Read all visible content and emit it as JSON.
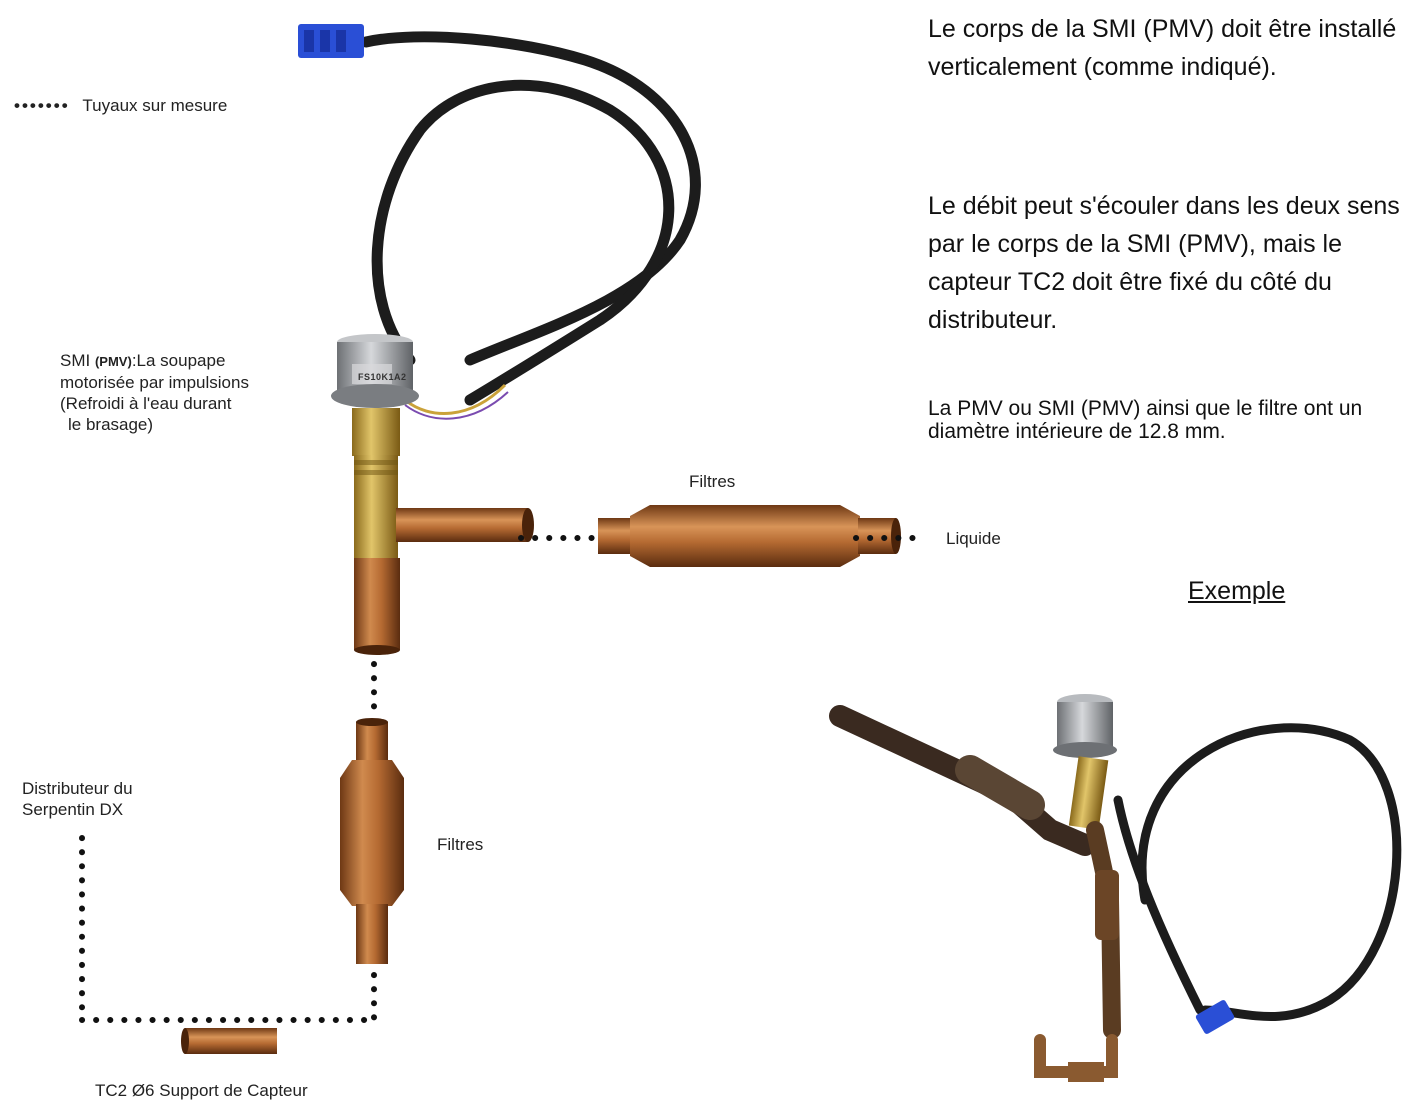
{
  "legend": {
    "dots": "•••••••",
    "label": "Tuyaux sur mesure"
  },
  "notes": {
    "para1": "Le corps de la SMI (PMV) doit être installé verticalement (comme indiqué).",
    "para2": "Le débit peut s'écouler dans les deux sens par le corps de la SMI (PMV), mais le capteur TC2 doit être fixé du côté du distributeur.",
    "para3": "La PMV ou SMI (PMV) ainsi que le filtre ont un diamètre intérieure de 12.8 mm."
  },
  "labels": {
    "smi_prefix": "SMI",
    "smi_bold": "(PMV)",
    "smi_line1": ":La soupape",
    "smi_line2": "motorisée par impulsions",
    "smi_line3": "(Refroidi à l'eau durant",
    "smi_line4": "le brasage)",
    "filtres_top": "Filtres",
    "liquide": "Liquide",
    "distributeur_l1": "Distributeur du",
    "distributeur_l2": "Serpentin DX",
    "filtres_bottom": "Filtres",
    "tc2": "TC2 Ø6 Support de Capteur",
    "valve_marking": "FS10K1A2"
  },
  "example": {
    "title": "Exemple"
  },
  "colors": {
    "copper": "#b56a32",
    "brass": "#c9a447",
    "cable": "#1c1c1c",
    "connector": "#2a4fd6",
    "steel": "#a9acb0"
  }
}
